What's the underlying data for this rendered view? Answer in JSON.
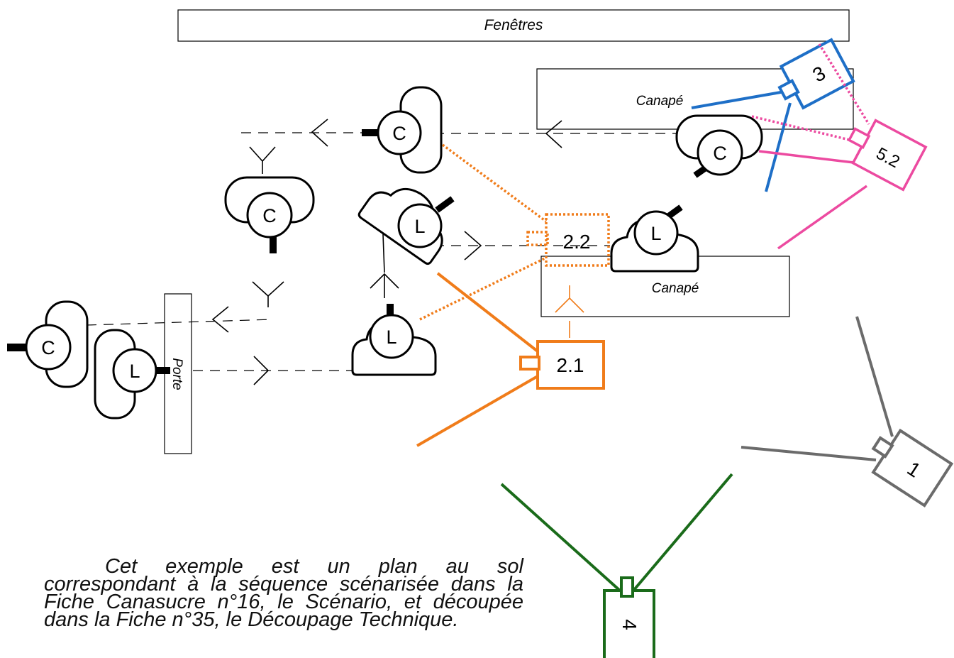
{
  "labels": {
    "windows": "Fenêtres",
    "sofa_top": "Canapé",
    "sofa_bottom": "Canapé",
    "door": "Porte"
  },
  "characters": {
    "c": "C",
    "l": "L"
  },
  "cameras": {
    "cam_1": "1",
    "cam_2_1": "2.1",
    "cam_2_2": "2.2",
    "cam_3": "3",
    "cam_4": "4",
    "cam_5_2": "5.2"
  },
  "caption": "Cet exemple est un plan au sol correspondant à la séquence scénarisée dans la Fiche Canasucre n°16, le Scénario, et découpée dans la Fiche n°35, le Découpage Technique.",
  "colors": {
    "cam_1": "#6b6b6b",
    "cam_2_1": "#f07c1a",
    "cam_2_2": "#f07c1a",
    "cam_3": "#1e6fc7",
    "cam_4": "#1a6b1a",
    "cam_5_2": "#ec4aa0"
  }
}
